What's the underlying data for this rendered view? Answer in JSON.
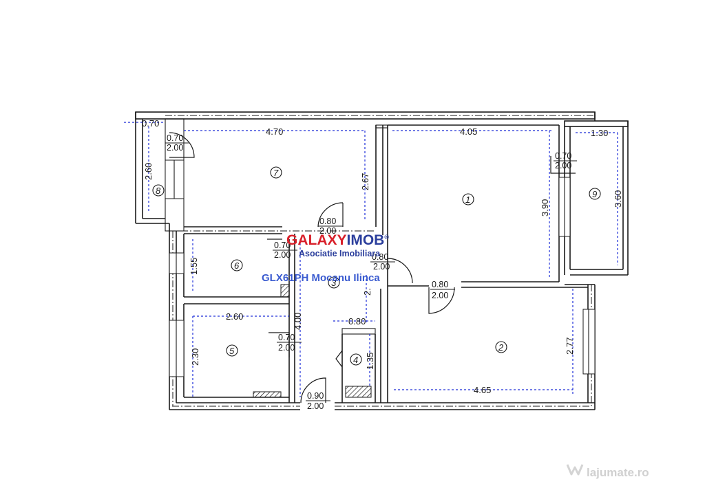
{
  "plan": {
    "rooms": [
      "1",
      "2",
      "3",
      "4",
      "5",
      "6",
      "7",
      "8",
      "9"
    ],
    "dimensions": {
      "d070": "0.70",
      "d470": "4.70",
      "d405": "4.05",
      "d130": "1.30",
      "d260v": "2.60",
      "d267": "2.67",
      "d390": "3.90",
      "d360": "3.60",
      "d155": "1.55",
      "d260h": "2.60",
      "d230": "2.30",
      "d400": "4.00",
      "d080": "0.80",
      "d135": "1.35",
      "d465": "4.65",
      "d277": "2.77",
      "d2x": "2."
    },
    "doors": [
      {
        "w": "0.70",
        "h": "2.00"
      },
      {
        "w": "0.70",
        "h": "2.00"
      },
      {
        "w": "0.80",
        "h": "2.00"
      },
      {
        "w": "0.70",
        "h": "2.00"
      },
      {
        "w": "0.80",
        "h": "2.00"
      },
      {
        "w": "0.80",
        "h": "2.00"
      },
      {
        "w": "0.70",
        "h": "2.00"
      },
      {
        "w": "0.90",
        "h": "2.00"
      }
    ]
  },
  "branding": {
    "logo_part1": "GALAXY",
    "logo_part2": "IMOB",
    "registered": "®",
    "subtitle": "Asociatie Imobiliara",
    "reference": "GLX61PH Mocanu Ilinca"
  },
  "watermark": {
    "text": "lajumate.ro"
  }
}
